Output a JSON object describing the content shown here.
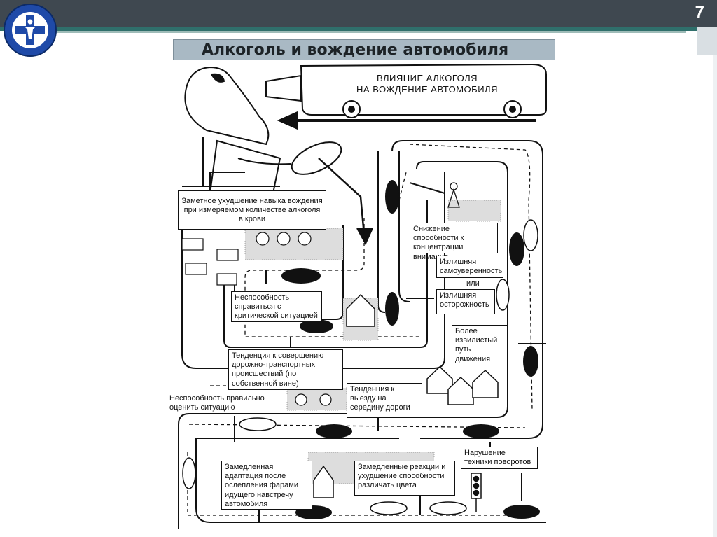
{
  "slide": {
    "page_number": "7"
  },
  "title": "Алкоголь и вождение автомобиля",
  "logo": {
    "emblem": "medical-cross-person-icon"
  },
  "bus": {
    "line1": "ВЛИЯНИЕ АЛКОГОЛЯ",
    "line2": "НА ВОЖДЕНИЕ АВТОМОБИЛЯ"
  },
  "labels": {
    "l1": "Заметное ухудшение навыка вождения при измеряемом количестве алкоголя в крови",
    "l2": "Неспособность справиться с критической ситуацией",
    "l3": "Тенденция к совершению дорожно-транспортных происшествий (по собственной вине)",
    "l4": "Неспособность правильно оценить ситуацию",
    "l5": "Тенденция к выезду на середину дороги",
    "l6": "Замедленная адаптация после ослепления фарами идущего навстречу автомобиля",
    "l7": "Замедленные реакции и ухудшение способности различать цвета",
    "l8": "Снижение способности к концентрации внимания",
    "l9": "Излишняя самоуверенность",
    "l9_or": "или",
    "l10": "Излишняя осторожность",
    "l11": "Более извилистый путь движения",
    "l12": "Нарушение техники поворотов"
  }
}
